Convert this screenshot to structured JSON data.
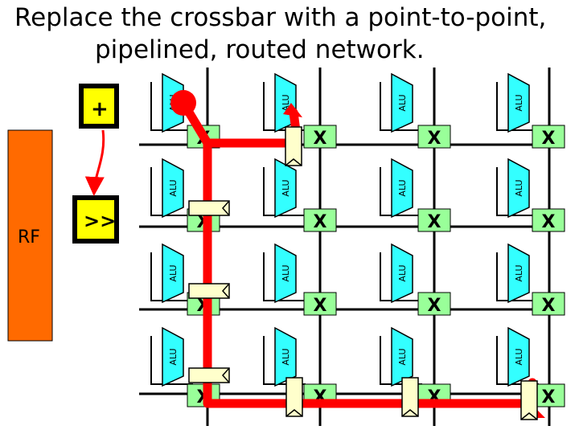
{
  "slide": {
    "title_line1": "Replace the crossbar with a point-to-point,",
    "title_line2": "pipelined, routed network."
  },
  "diagram": {
    "register_file_label": "RF",
    "adder_label": "+",
    "shifter_label": ">>",
    "alu_label": "ALU",
    "switch_label": "X",
    "colors": {
      "register_file": "#ff6a00",
      "unit_fill": "#ffff00",
      "alu_fill": "#33ffff",
      "switch_fill": "#99ff99",
      "route": "#ff0000",
      "pipeline_register": "#ffffcc"
    }
  }
}
